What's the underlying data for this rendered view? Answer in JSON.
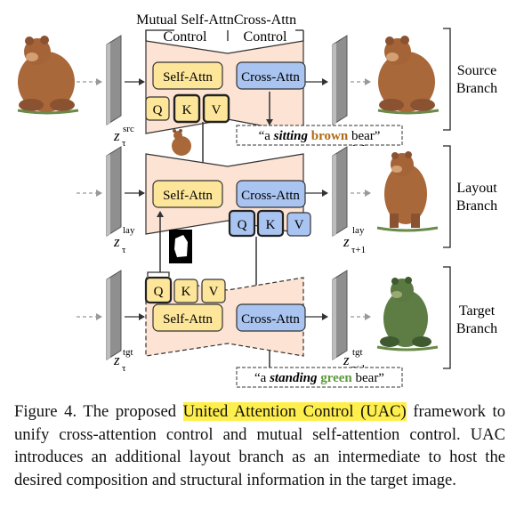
{
  "header": {
    "mutual_line1": "Mutual Self-Attn",
    "mutual_line2": "Control",
    "cross_line1": "Cross-Attn",
    "cross_line2": "Control"
  },
  "branches": [
    {
      "id": "source",
      "name_line1": "Source",
      "name_line2": "Branch",
      "z_label": "z",
      "z_sub": "τ",
      "z_sup": "src",
      "z_out_sub": "τ+1",
      "z_out_sup": "src"
    },
    {
      "id": "layout",
      "name_line1": "Layout",
      "name_line2": "Branch",
      "z_label": "z",
      "z_sub": "τ",
      "z_sup": "lay",
      "z_out_sub": "τ+1",
      "z_out_sup": "lay"
    },
    {
      "id": "target",
      "name_line1": "Target",
      "name_line2": "Branch",
      "z_label": "z",
      "z_sub": "τ",
      "z_sup": "tgt",
      "z_out_sub": "τ+1",
      "z_out_sup": "tgt"
    }
  ],
  "blocks": {
    "self_attn": "Self-Attn",
    "cross_attn": "Cross-Attn",
    "q": "Q",
    "k": "K",
    "v": "V"
  },
  "prompts": {
    "source": {
      "open": "“a ",
      "verb": "sitting",
      "space": " ",
      "color_word": "brown",
      "close": " bear”",
      "color_hex": "#b06a12"
    },
    "target": {
      "open": "“a ",
      "verb": "standing",
      "space": " ",
      "color_word": "green",
      "close": " bear”",
      "color_hex": "#5a9a3a"
    }
  },
  "colors": {
    "self_attn_fill": "#fde69a",
    "cross_attn_fill": "#a9c4f0",
    "unet_fill": "#fde3d3",
    "highlight": "#ffef4d"
  },
  "caption": {
    "prefix": "Figure 4.  The proposed ",
    "highlight": "United Attention Control (UAC)",
    "rest": " framework to unify cross-attention control and mutual self-attention control. UAC introduces an additional layout branch as an intermediate to host the desired composition and structural information in the target image."
  }
}
